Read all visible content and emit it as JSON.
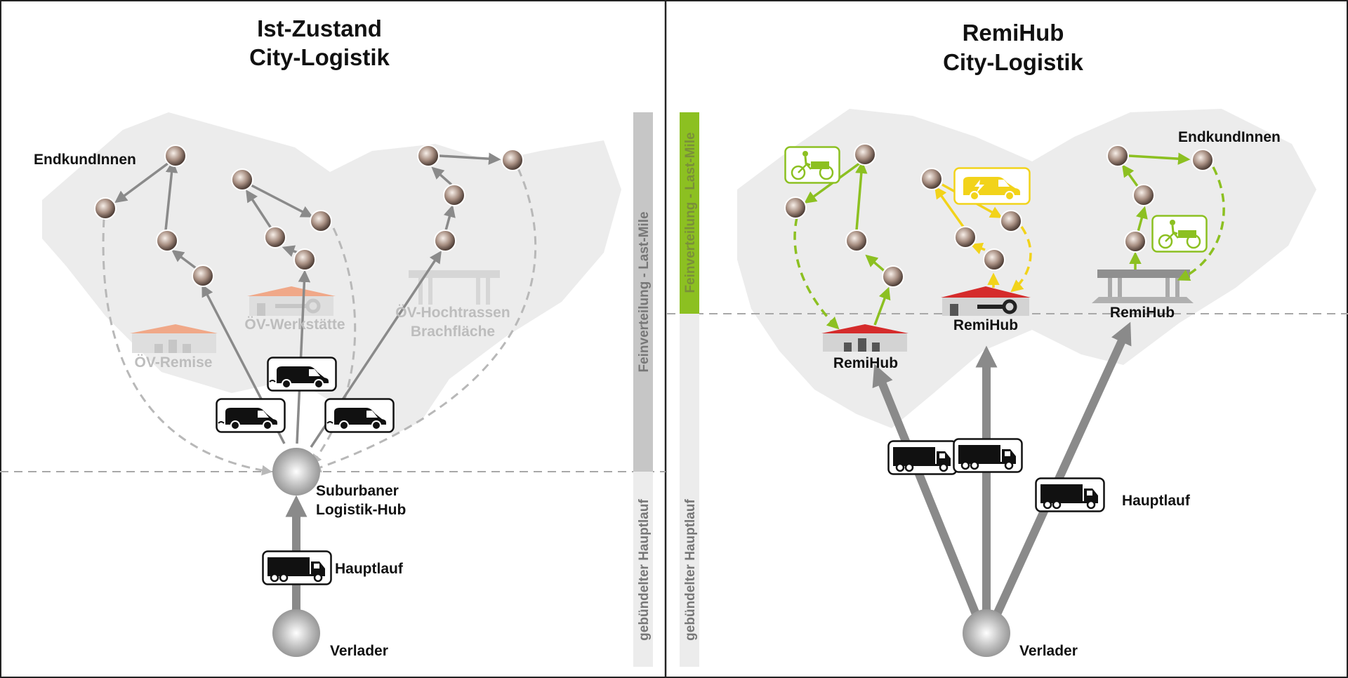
{
  "left_panel": {
    "title_line1": "Ist-Zustand",
    "title_line2": "City-Logistik",
    "customers_label": "EndkundInnen",
    "remise_label": "ÖV-Remise",
    "werkstatt_label": "ÖV-Werkstätte",
    "hochtrasse_line1": "ÖV-Hochtrassen",
    "hochtrasse_line2": "Brachfläche",
    "hub_line1": "Suburbaner",
    "hub_line2": "Logistik-Hub",
    "mainrun_label": "Hauptlauf",
    "shipper_label": "Verlader",
    "bar_top_label": "Feinverteilung - Last-Mile",
    "bar_bottom_label": "gebündelter Hauptlauf"
  },
  "right_panel": {
    "title_line1": "RemiHub",
    "title_line2": "City-Logistik",
    "customers_label": "EndkundInnen",
    "hub_left_label": "RemiHub",
    "hub_middle_label": "RemiHub",
    "hub_right_label": "RemiHub",
    "mainrun_label": "Hauptlauf",
    "shipper_label": "Verlader",
    "bar_top_label": "Feinverteilung - Last-Mile",
    "bar_bottom_label": "gebündelter Hauptlauf"
  },
  "colors": {
    "green": "#8cc021",
    "yellow": "#f2d31a",
    "gray_arrow": "#8a8a8a",
    "area": "#ececec",
    "roof_red": "#d52b2b",
    "roof_faded": "#f0a888"
  },
  "icons": [
    "delivery-van-icon",
    "truck-icon",
    "cargo-bike-icon",
    "electric-van-icon",
    "wrench-icon"
  ]
}
